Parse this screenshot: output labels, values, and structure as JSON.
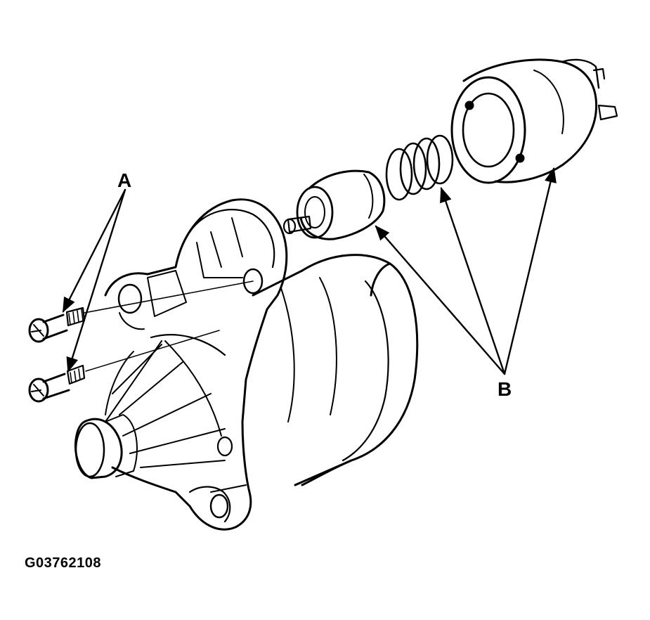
{
  "callouts": {
    "a": "A",
    "b": "B"
  },
  "figure_code": "G03762108",
  "colors": {
    "line": "#000000",
    "background": "#ffffff"
  }
}
